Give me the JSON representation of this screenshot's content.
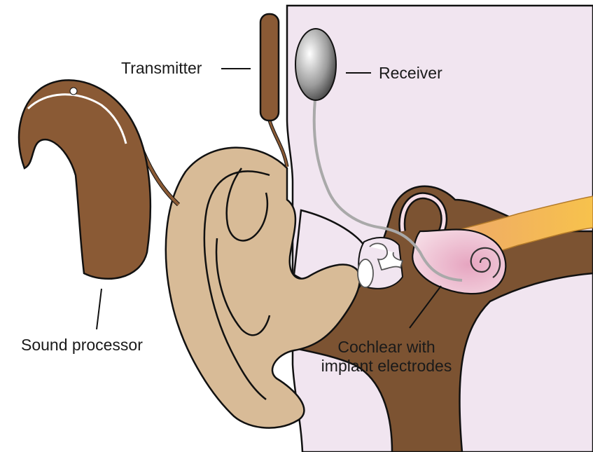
{
  "labels": {
    "transmitter": "Transmitter",
    "receiver": "Receiver",
    "sound_processor": "Sound processor",
    "cochlear_line1": "Cochlear with",
    "cochlear_line2": "implant electrodes"
  },
  "colors": {
    "head_background": "#f1e5f0",
    "outer_ear": "#d8bb97",
    "device_brown": "#8a5a35",
    "tissue_brown": "#7c5332",
    "cochlea_pink": "#f0bfd0",
    "nerve_gold": "#f0b24d",
    "wire_gray": "#a9a9a9",
    "outline": "#111111"
  }
}
